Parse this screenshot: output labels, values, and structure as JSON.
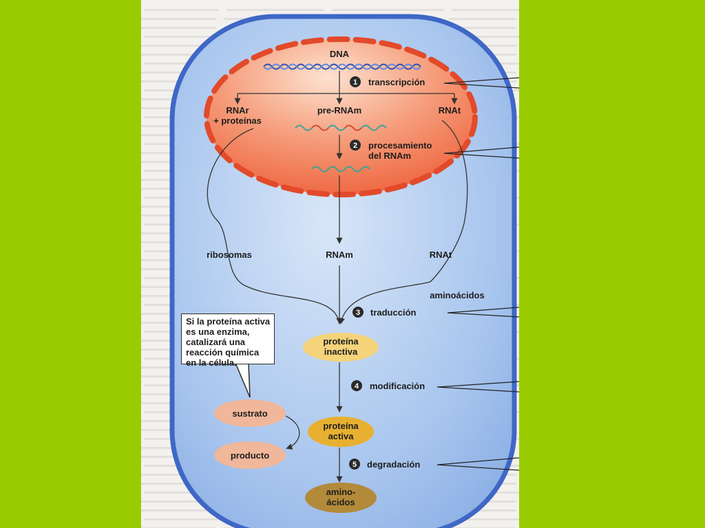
{
  "colors": {
    "frame_background": "#99cc00",
    "cell_fill": "#a9c6ee",
    "cell_border": "#3f67c6",
    "nucleus_fill": "#f1764f",
    "nuclear_envelope": "#e24a2a",
    "protein_inactive": "#f4d37a",
    "protein_active": "#e8b030",
    "substrate_product": "#f1b79a",
    "amino_acids": "#b38a3a"
  },
  "diagram": {
    "dna_label": "DNA",
    "rnar_line1": "RNAr",
    "rnar_line2": "+ proteínas",
    "pre_rnam": "pre-RNAm",
    "rnat_top": "RNAt",
    "ribosomas": "ribosomas",
    "rnam": "RNAm",
    "rnat_bottom": "RNAt",
    "aminoacidos": "aminoácidos",
    "protein_inactive_line1": "proteína",
    "protein_inactive_line2": "inactiva",
    "protein_active_line1": "proteína",
    "protein_active_line2": "activa",
    "sustrato": "sustrato",
    "producto": "producto",
    "amino_end_line1": "amino-",
    "amino_end_line2": "ácidos"
  },
  "steps": [
    {
      "number": "1",
      "label_line1": "transcripción",
      "label_line2": ""
    },
    {
      "number": "2",
      "label_line1": "procesamiento",
      "label_line2": "del RNAm"
    },
    {
      "number": "3",
      "label_line1": "traducción",
      "label_line2": ""
    },
    {
      "number": "4",
      "label_line1": "modificación",
      "label_line2": ""
    },
    {
      "number": "5",
      "label_line1": "degradación",
      "label_line2": ""
    }
  ],
  "note": {
    "lines": [
      "Si la proteína activa",
      "es una enzima,",
      "catalizará una",
      "reacción química",
      "en la célula."
    ]
  }
}
